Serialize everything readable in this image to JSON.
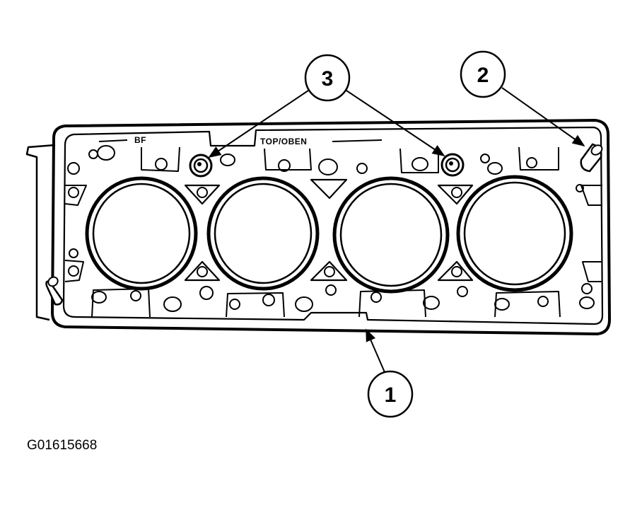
{
  "gasket": {
    "stamp_left": "BF",
    "stamp_center": "TOP/OBEN"
  },
  "callouts": [
    {
      "number": "1",
      "part": "cylinder-head-gasket"
    },
    {
      "number": "2",
      "part": "dowel-pin"
    },
    {
      "number": "3",
      "part": "dowel-sleeves"
    }
  ],
  "figure_id": "G01615668",
  "colors": {
    "ink": "#000000",
    "paper": "#ffffff"
  }
}
